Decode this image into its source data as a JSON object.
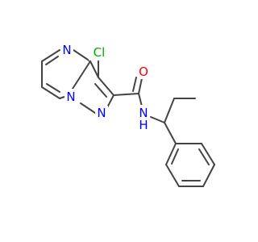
{
  "molecule": {
    "atom_labels": {
      "n_pyrimidine": "N",
      "n_bridge": "N",
      "n_pyrazole": "N",
      "chlorine": "Cl",
      "oxygen": "O",
      "amide_nh": "N",
      "amide_h": "H"
    },
    "colors": {
      "bond": "#444444",
      "nitrogen": "#0000FF",
      "oxygen": "#FF0000",
      "chlorine": "#00AA00"
    }
  }
}
